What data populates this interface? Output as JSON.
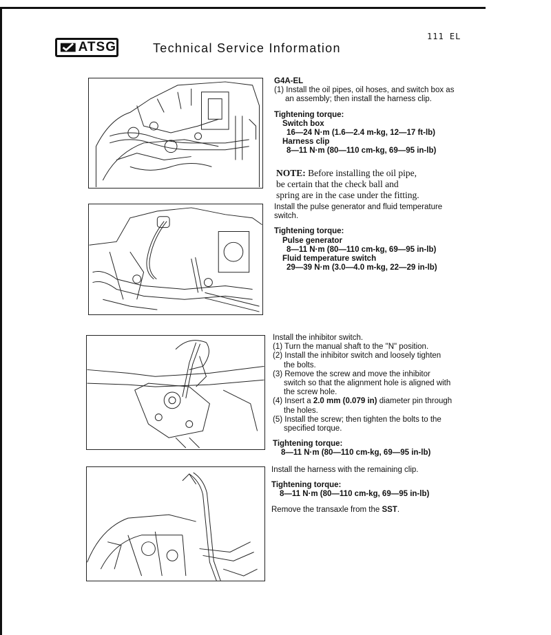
{
  "header": {
    "logo_text": "ATSG",
    "title": "Technical Service Information",
    "page_number": "111 EL"
  },
  "section1": {
    "model": "G4A-EL",
    "step1": "(1) Install the oil pipes, oil hoses, and switch box as an assembly; then install the harness clip.",
    "torque_heading": "Tightening torque:",
    "switch_box_label": "Switch box",
    "switch_box_value": "16—24 N·m (1.6—2.4 m-kg, 12—17 ft-lb)",
    "harness_clip_label": "Harness clip",
    "harness_clip_value": "8—11 N·m (80—110 cm-kg, 69—95 in-lb)",
    "note_label": "NOTE:",
    "note_line1": "Before installing the oil pipe,",
    "note_line2": "be certain that the check ball and",
    "note_line3": "spring are in the case under the fitting."
  },
  "section2": {
    "instruction": "Install the pulse generator and fluid temperature switch.",
    "torque_heading": "Tightening torque:",
    "pulse_label": "Pulse generator",
    "pulse_value": "8—11 N·m (80—110 cm-kg, 69—95 in-lb)",
    "fluid_label": "Fluid temperature switch",
    "fluid_value": "29—39 N·m (3.0—4.0 m-kg, 22—29 in-lb)"
  },
  "section3": {
    "intro": "Install the inhibitor switch.",
    "step1": "(1) Turn the manual shaft to the \"N\" position.",
    "step2": "(2) Install the inhibitor switch and loosely tighten the bolts.",
    "step3": "(3) Remove the screw and move the inhibitor switch so that the alignment hole is aligned with the screw hole.",
    "step4_pre": "(4) Insert a ",
    "step4_bold": "2.0 mm (0.079 in)",
    "step4_post": " diameter pin through the holes.",
    "step5": "(5) Install the screw; then tighten the bolts to the specified torque.",
    "torque_heading": "Tightening torque:",
    "torque_value": "8—11 N·m (80—110 cm-kg, 69—95 in-lb)"
  },
  "section4": {
    "instruction": "Install the harness with the remaining clip.",
    "torque_heading": "Tightening torque:",
    "torque_value": "8—11 N·m (80—110 cm-kg, 69—95 in-lb)",
    "final_pre": "Remove the transaxle from the ",
    "final_bold": "SST",
    "final_post": "."
  }
}
